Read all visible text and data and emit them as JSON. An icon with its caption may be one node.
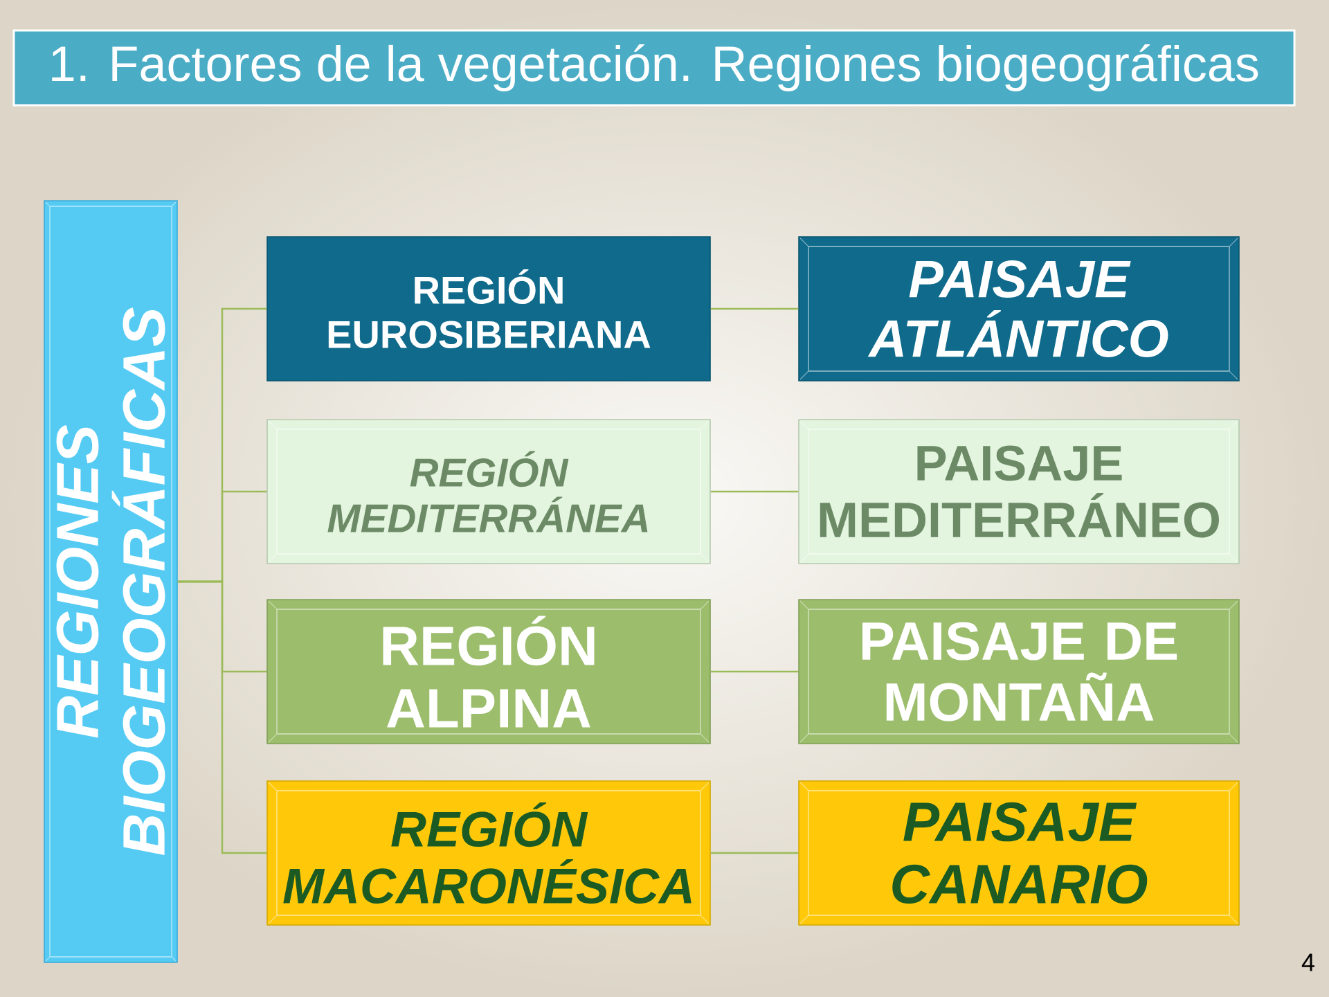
{
  "diagram": {
    "title": "1. Factores de la vegetación. Regiones biogeográficas",
    "nodes": [
      {
        "text": [
          "REGIONES BIOGEOGRÁFICAS"
        ]
      },
      {
        "text": [
          "REGIÓN EUROSIBERIANA"
        ]
      },
      {
        "text": [
          "PAISAJE ATLÁNTICO"
        ]
      },
      {
        "text": [
          "REGIÓN MEDITERRÁNEA"
        ]
      },
      {
        "text": [
          "PAISAJE MEDITERRÁNEO"
        ]
      },
      {
        "text": [
          "REGIÓN ALPINA"
        ]
      },
      {
        "text": [
          "PAISAJE DE MONTAÑA"
        ]
      },
      {
        "text": [
          "REGIÓN MACARONÉSICA"
        ]
      },
      {
        "text": [
          "PAISAJE CANARIO"
        ]
      }
    ],
    "edges": [
      {
        "from": 0,
        "to": 1,
        "arrow": "none"
      },
      {
        "from": 0,
        "to": 3,
        "arrow": "none"
      },
      {
        "from": 0,
        "to": 5,
        "arrow": "none"
      },
      {
        "from": 0,
        "to": 7,
        "arrow": "none"
      },
      {
        "from": 1,
        "to": 2,
        "arrow": "none"
      },
      {
        "from": 3,
        "to": 4,
        "arrow": "none"
      },
      {
        "from": 5,
        "to": 6,
        "arrow": "none"
      },
      {
        "from": 7,
        "to": 8,
        "arrow": "none"
      }
    ],
    "labels": [
      "4"
    ]
  }
}
